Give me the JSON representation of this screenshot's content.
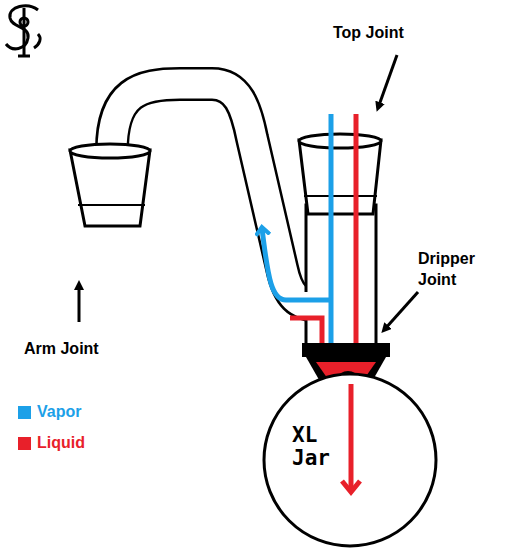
{
  "diagram": {
    "nodes": [
      {
        "text": [
          "XL Jar"
        ]
      }
    ],
    "labels": [
      "Top Joint",
      "Dripper Joint",
      "Arm Joint"
    ],
    "legend": [
      {
        "text": "Vapor",
        "color": "#1ca0e8"
      },
      {
        "text": "Liquid",
        "color": "#e8202a"
      }
    ]
  }
}
